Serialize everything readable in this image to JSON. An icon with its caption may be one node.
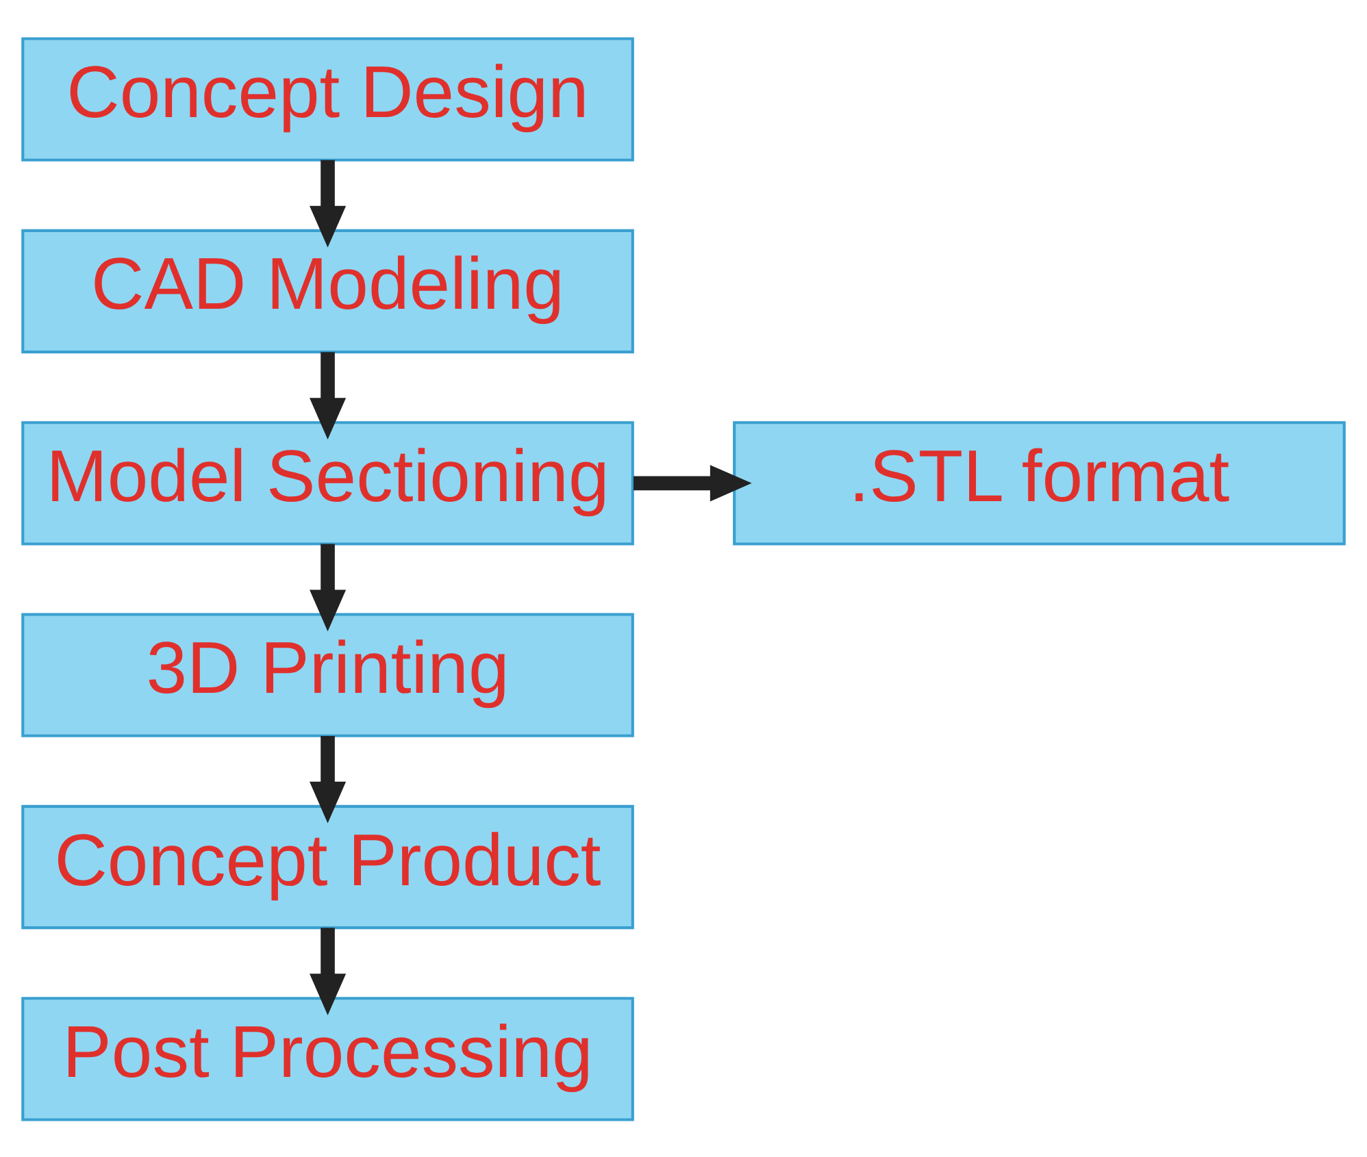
{
  "diagram": {
    "nodes": [
      {
        "text": [
          "Concept Design"
        ]
      },
      {
        "text": [
          "CAD Modeling"
        ]
      },
      {
        "text": [
          "Model Sectioning"
        ]
      },
      {
        "text": [
          ".STL format"
        ]
      },
      {
        "text": [
          "3D Printing"
        ]
      },
      {
        "text": [
          "Concept Product"
        ]
      },
      {
        "text": [
          "Post Processing"
        ]
      }
    ],
    "edges": [
      {
        "from": 0,
        "to": 1,
        "arrow": "to"
      },
      {
        "from": 1,
        "to": 2,
        "arrow": "to"
      },
      {
        "from": 2,
        "to": 3,
        "arrow": "to"
      },
      {
        "from": 2,
        "to": 4,
        "arrow": "to"
      },
      {
        "from": 4,
        "to": 5,
        "arrow": "to"
      },
      {
        "from": 5,
        "to": 6,
        "arrow": "to"
      }
    ]
  }
}
